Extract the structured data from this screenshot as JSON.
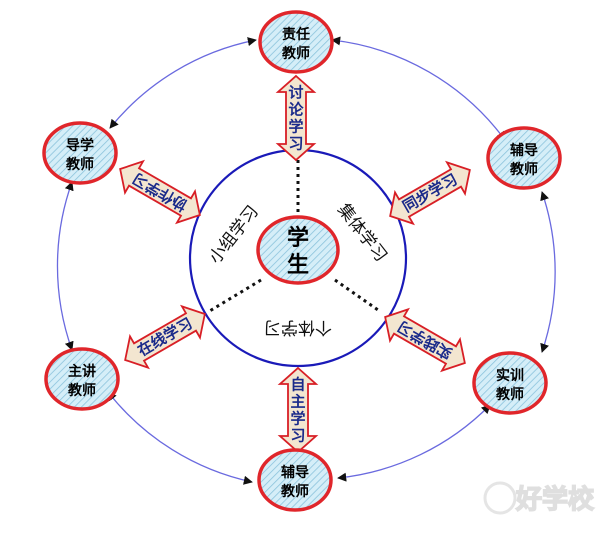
{
  "center": {
    "line1": "学",
    "line2": "生"
  },
  "nodes": {
    "top": {
      "line1": "责任",
      "line2": "教师"
    },
    "upper_right": {
      "line1": "辅导",
      "line2": "教师"
    },
    "lower_right": {
      "line1": "实训",
      "line2": "教师"
    },
    "bottom": {
      "line1": "辅导",
      "line2": "教师"
    },
    "lower_left": {
      "line1": "主讲",
      "line2": "教师"
    },
    "upper_left": {
      "line1": "导学",
      "line2": "教师"
    }
  },
  "arrows": {
    "top": "讨论学习",
    "upper_right": "同步学习",
    "lower_right": "实践学习",
    "bottom": "自主学习",
    "lower_left": "在线学习",
    "upper_left": "协作学习"
  },
  "inner_labels": {
    "left": "小组学习",
    "right": "集体学习",
    "bottom": "个体学习"
  },
  "watermark": "好学校",
  "colors": {
    "node_border": "#e0262b",
    "node_fill": "#bfe3f2",
    "hatch": "#8bc3dc",
    "inner_circle": "#1a1ab8",
    "orbit": "#6a6adf",
    "arrow_border": "#d81f26",
    "arrow_fill": "#f3e6d0"
  }
}
